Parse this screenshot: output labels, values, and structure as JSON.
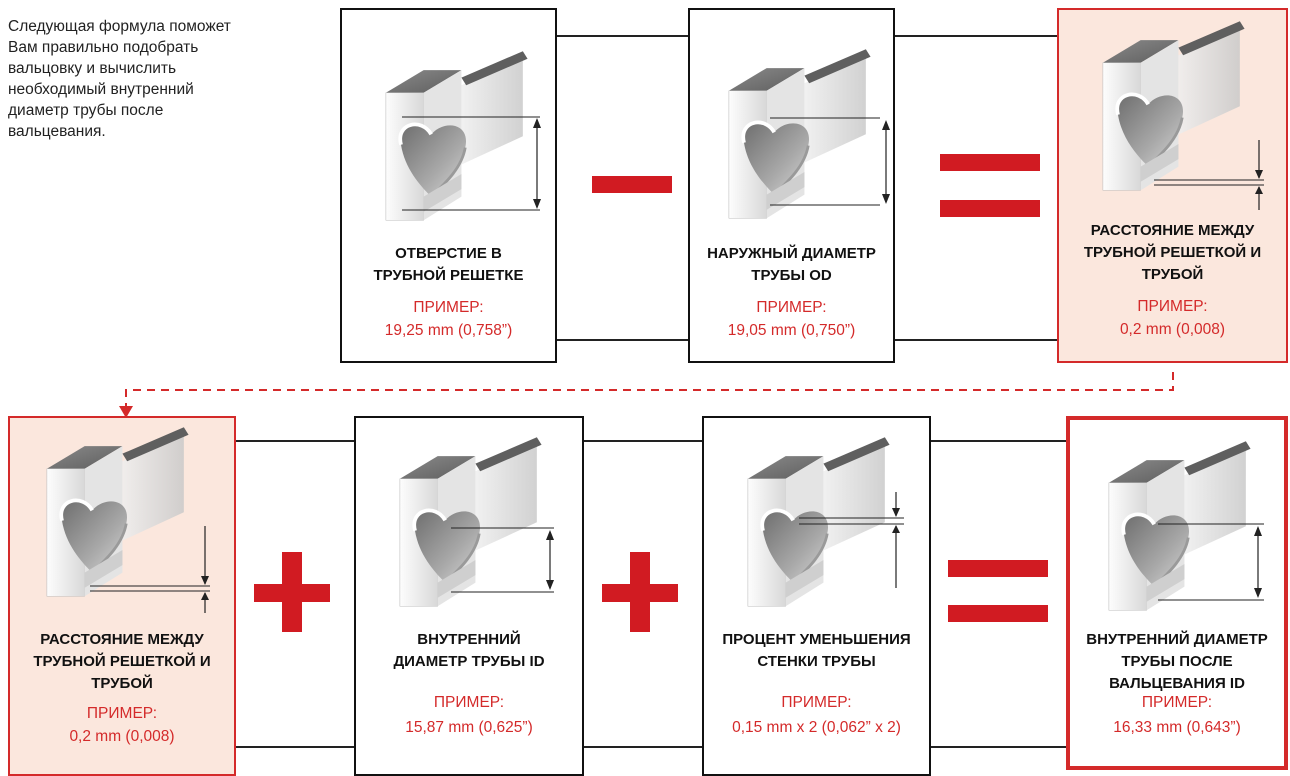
{
  "intro_text": "Следующая формула  поможет\nВам правильно подобрать\nвальцовку и вычислить\nнеобходимый внутренний\nдиаметр трубы после\nвальцевания.",
  "colors": {
    "accent": "#d42a2a",
    "operator": "#d11b22",
    "highlight_bg": "#fbe7dd",
    "border": "#111111"
  },
  "operators": {
    "row1": [
      "minus",
      "equals"
    ],
    "row2": [
      "plus",
      "plus",
      "equals"
    ]
  },
  "cards": [
    {
      "title": "ОТВЕРСТИЕ В\nТРУБНОЙ РЕШЕТКЕ",
      "example_label": "ПРИМЕР:",
      "example_value": "19,25 mm (0,758”)"
    },
    {
      "title": "НАРУЖНЫЙ ДИАМЕТР\nТРУБЫ OD",
      "example_label": "ПРИМЕР:",
      "example_value": "19,05 mm (0,750”)"
    },
    {
      "title": "РАССТОЯНИЕ МЕЖДУ\nТРУБНОЙ РЕШЕТКОЙ И\nТРУБОЙ",
      "example_label": "ПРИМЕР:",
      "example_value": "0,2 mm (0,008)"
    },
    {
      "title": "РАССТОЯНИЕ МЕЖДУ\nТРУБНОЙ РЕШЕТКОЙ И\nТРУБОЙ",
      "example_label": "ПРИМЕР:",
      "example_value": "0,2 mm (0,008)"
    },
    {
      "title": "ВНУТРЕННИЙ\nДИАМЕТР ТРУБЫ ID",
      "example_label": "ПРИМЕР:",
      "example_value": "15,87 mm (0,625”)"
    },
    {
      "title": "ПРОЦЕНТ УМЕНЬШЕНИЯ\nСТЕНКИ ТРУБЫ",
      "example_label": "ПРИМЕР:",
      "example_value": "0,15 mm x 2 (0,062” x 2)"
    },
    {
      "title": "ВНУТРЕННИЙ ДИАМЕТР\nТРУБЫ ПОСЛЕ\nВАЛЬЦЕВАНИЯ ID",
      "example_label": "ПРИМЕР:",
      "example_value": "16,33 mm (0,643”)"
    }
  ]
}
